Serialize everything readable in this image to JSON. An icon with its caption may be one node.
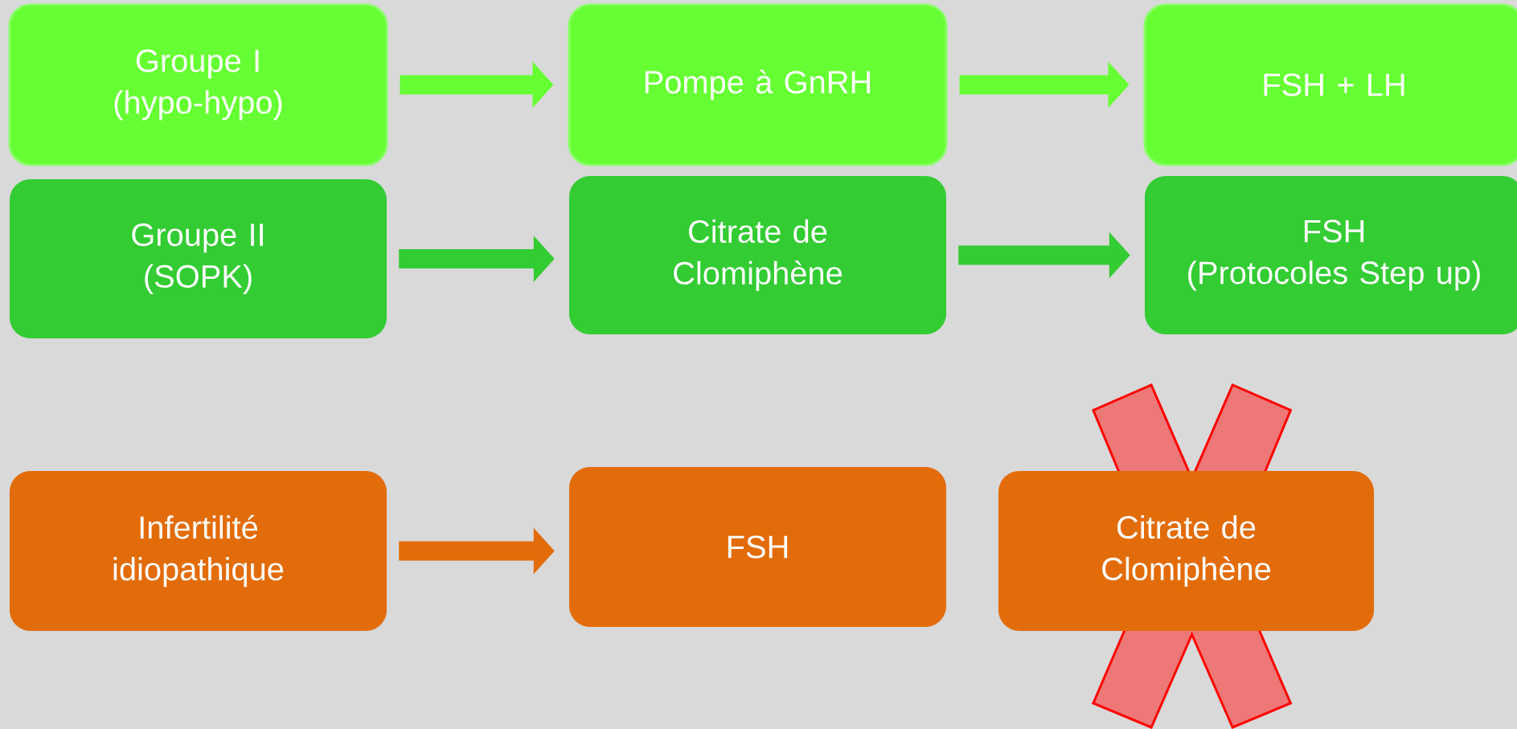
{
  "diagram": {
    "nodes": [
      {
        "text": [
          "Groupe I (hypo-hypo)"
        ]
      },
      {
        "text": [
          "Pompe à GnRH"
        ]
      },
      {
        "text": [
          "FSH + LH"
        ]
      },
      {
        "text": [
          "Groupe II (SOPK)"
        ]
      },
      {
        "text": [
          "Citrate de Clomiphène"
        ]
      },
      {
        "text": [
          "FSH",
          "(Protocoles Step up)"
        ]
      },
      {
        "text": [
          "Infertilité idiopathique"
        ]
      },
      {
        "text": [
          "FSH"
        ]
      },
      {
        "text": [
          "Citrate de Clomiphène"
        ]
      }
    ],
    "edges": [
      {
        "from": 0,
        "to": 1,
        "arrow": "to",
        "color": "#66ff33"
      },
      {
        "from": 1,
        "to": 2,
        "arrow": "to",
        "color": "#66ff33"
      },
      {
        "from": 3,
        "to": 4,
        "arrow": "to",
        "color": "#33cc33"
      },
      {
        "from": 4,
        "to": 5,
        "arrow": "to",
        "color": "#33cc33"
      },
      {
        "from": 6,
        "to": 7,
        "arrow": "to",
        "color": "#e36c0a"
      }
    ]
  }
}
